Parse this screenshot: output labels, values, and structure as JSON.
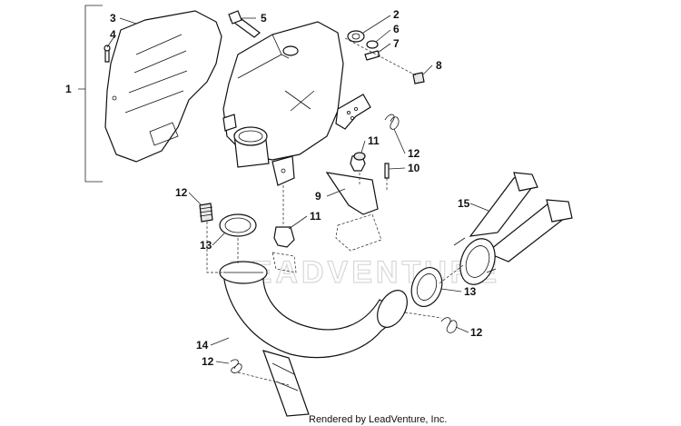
{
  "callouts": {
    "c1": "1",
    "c2": "2",
    "c3": "3",
    "c4": "4",
    "c5": "5",
    "c6": "6",
    "c7": "7",
    "c8": "8",
    "c9": "9",
    "c10": "10",
    "c11a": "11",
    "c11b": "11",
    "c12a": "12",
    "c12b": "12",
    "c12c": "12",
    "c12d": "12",
    "c13a": "13",
    "c13b": "13",
    "c14": "14",
    "c15": "15"
  },
  "watermark": "LEADVENTURE",
  "footer": "Rendered by LeadVenture, Inc."
}
